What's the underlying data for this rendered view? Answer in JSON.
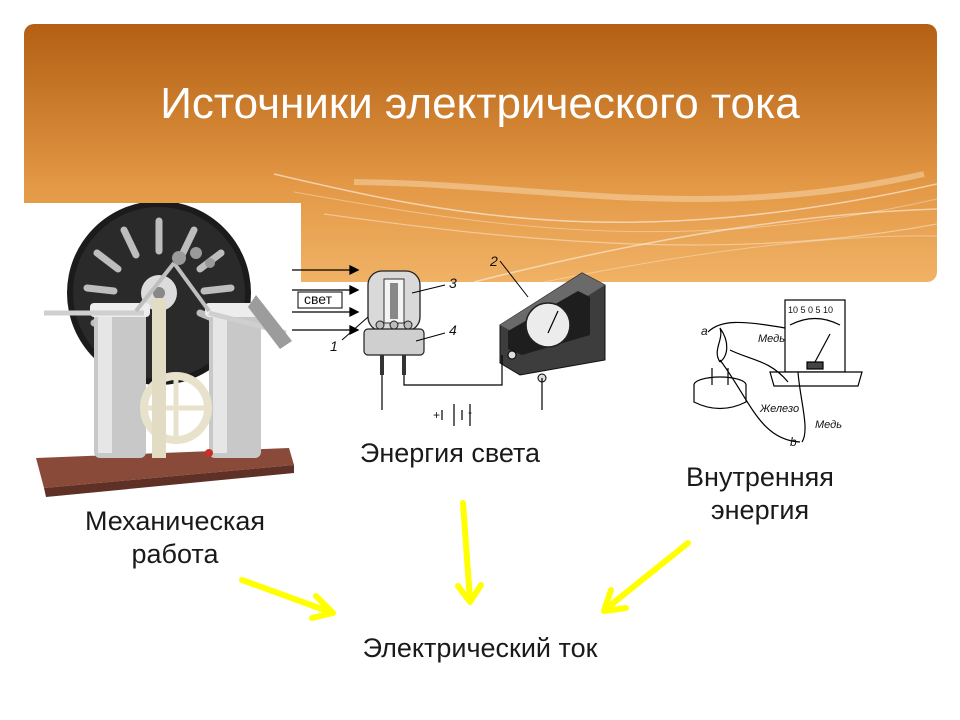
{
  "slide": {
    "title": "Источники электрического тока"
  },
  "sources": {
    "mechanical": {
      "line1": "Механическая",
      "line2": "работа"
    },
    "light": {
      "label": "Энергия света",
      "diagram": {
        "light_word": "свет",
        "num_1": "1",
        "num_2": "2",
        "num_3": "3",
        "num_4": "4",
        "battery_plus": "+",
        "battery_minus": "-"
      }
    },
    "internal": {
      "line1": "Внутренняя",
      "line2": "энергия",
      "diagram": {
        "copper_top": "Медь",
        "iron": "Железо",
        "copper_bottom": "Медь",
        "point_a": "a",
        "point_b": "b",
        "scale": "10  5  0  5  10"
      }
    }
  },
  "result": {
    "label": "Электрический ток"
  },
  "colors": {
    "banner_top": "#b45f14",
    "banner_bottom": "#f0b266",
    "arrow": "#ffff00",
    "title_text": "#ffffff"
  }
}
